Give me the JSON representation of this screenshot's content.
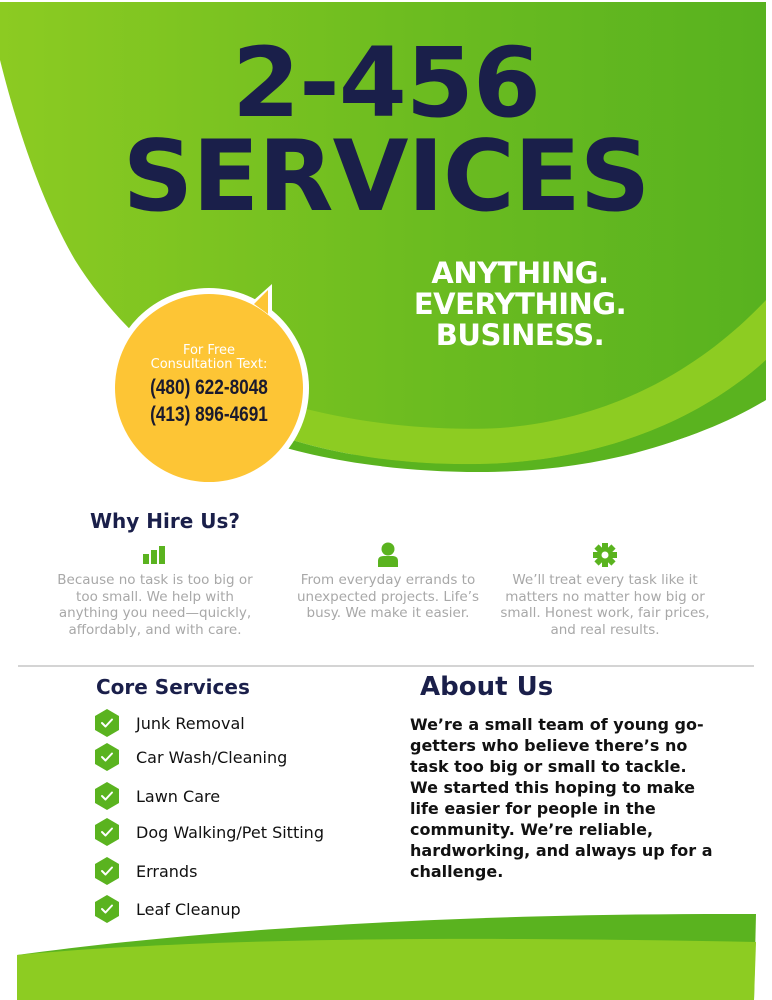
{
  "header": {
    "title_line1": "2-456",
    "title_line2": "SERVICES",
    "tagline": [
      "ANYTHING.",
      "EVERYTHING.",
      "BUSINESS."
    ]
  },
  "contact": {
    "label_line1": "For Free",
    "label_line2": "Consultation Text:",
    "phones": [
      "(480) 622-8048",
      "(413) 896-4691"
    ]
  },
  "why_hire": {
    "heading": "Why Hire Us?",
    "features": [
      {
        "icon": "bar-chart-icon",
        "text": "Because no task is too big or too small. We help with anything you need—quickly, affordably, and with care."
      },
      {
        "icon": "person-icon",
        "text": "From everyday errands to unexpected projects. Life’s busy. We make it easier."
      },
      {
        "icon": "gear-icon",
        "text": "We’ll treat every task like it matters no matter how big or small. Honest work, fair prices, and real results."
      }
    ]
  },
  "core_services": {
    "heading": "Core Services",
    "items": [
      {
        "icon": "hex-check-icon",
        "label": "Junk Removal"
      },
      {
        "icon": "hex-check-icon",
        "label": "Car Wash/Cleaning"
      },
      {
        "icon": "hex-check-icon",
        "label": "Lawn Care"
      },
      {
        "icon": "hex-check-icon",
        "label": "Dog Walking/Pet Sitting"
      },
      {
        "icon": "hex-check-icon",
        "label": "Errands"
      },
      {
        "icon": "hex-check-icon",
        "label": "Leaf Cleanup"
      }
    ]
  },
  "about": {
    "heading": "About Us",
    "text": "We’re a small team of young go-getters who believe there’s no task too big or small to tackle. We started this hoping to make life easier for people in the community. We’re reliable, hardworking, and always up for a challenge."
  },
  "colors": {
    "green_dark": "#5ab31f",
    "green_light": "#8dcc22",
    "navy": "#1a1f4a",
    "yellow": "#fdc535",
    "gray_text": "#a8a8a8"
  }
}
